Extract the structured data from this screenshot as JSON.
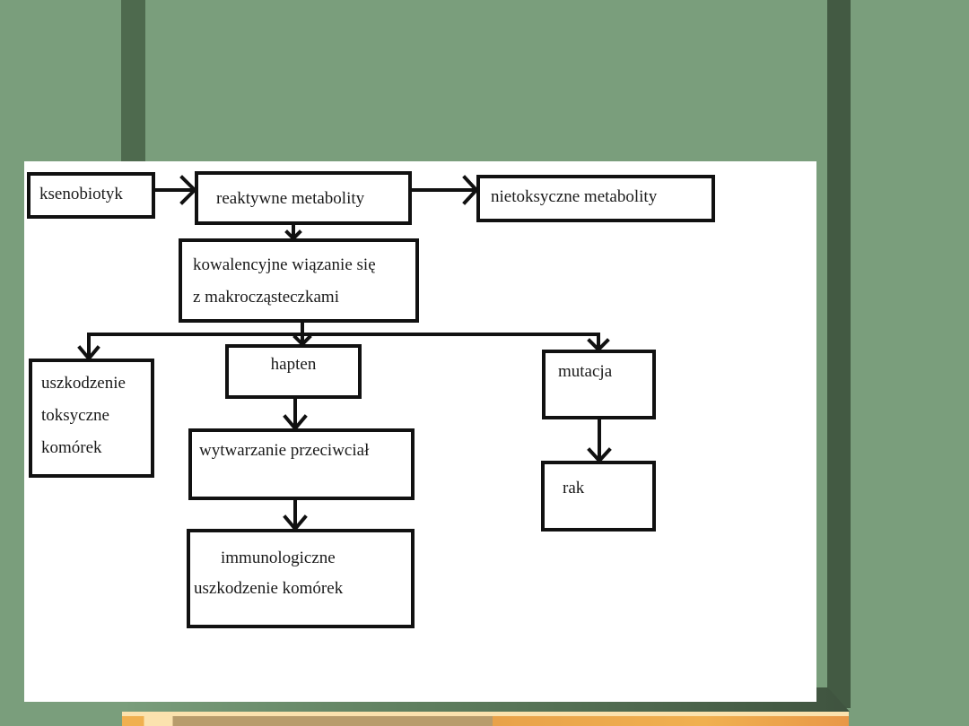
{
  "diagram": {
    "nodes": {
      "ksenobiotyk": {
        "lines": [
          "ksenobiotyk"
        ]
      },
      "reaktywne": {
        "lines": [
          "reaktywne metabolity"
        ]
      },
      "nietoksyczne": {
        "lines": [
          "nietoksyczne metabolity"
        ]
      },
      "kowalencyjne": {
        "lines": [
          "kowalencyjne wiązanie się",
          "z makrocząsteczkami"
        ]
      },
      "uszkodzenie": {
        "lines": [
          "uszkodzenie",
          "toksyczne",
          "komórek"
        ]
      },
      "hapten": {
        "lines": [
          "hapten"
        ]
      },
      "mutacja": {
        "lines": [
          "mutacja"
        ]
      },
      "wytwarzanie": {
        "lines": [
          "wytwarzanie przeciwciał"
        ]
      },
      "rak": {
        "lines": [
          "rak"
        ]
      },
      "immunologiczne": {
        "lines": [
          "immunologiczne",
          "uszkodzenie komórek"
        ]
      }
    },
    "edges": [
      [
        "ksenobiotyk",
        "reaktywne"
      ],
      [
        "reaktywne",
        "nietoksyczne"
      ],
      [
        "reaktywne",
        "kowalencyjne"
      ],
      [
        "kowalencyjne",
        "uszkodzenie"
      ],
      [
        "kowalencyjne",
        "hapten"
      ],
      [
        "kowalencyjne",
        "mutacja"
      ],
      [
        "hapten",
        "wytwarzanie"
      ],
      [
        "wytwarzanie",
        "immunologiczne"
      ],
      [
        "mutacja",
        "rak"
      ]
    ]
  },
  "colors": {
    "background": "#7a9e7c",
    "slide": "#ffffff",
    "stroke": "#111111"
  }
}
